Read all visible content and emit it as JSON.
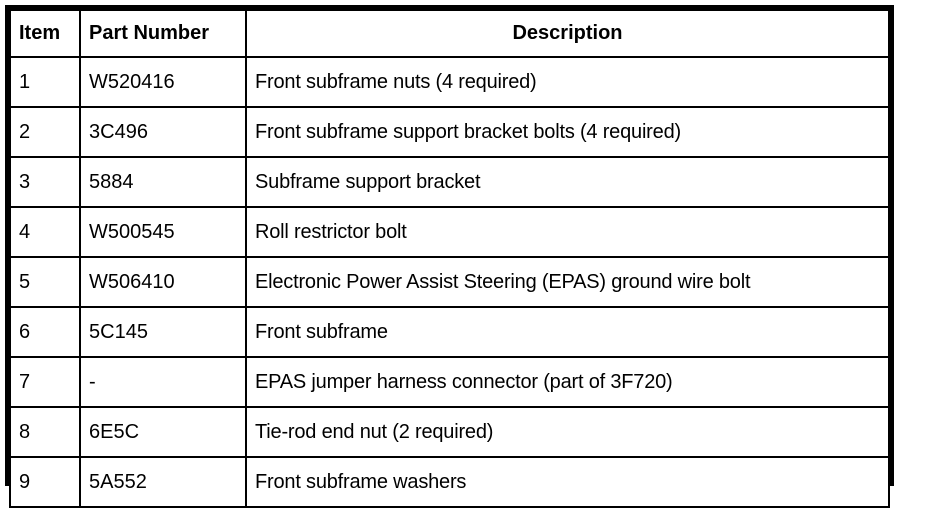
{
  "table": {
    "columns": [
      {
        "key": "item",
        "label": "Item"
      },
      {
        "key": "part_number",
        "label": "Part Number"
      },
      {
        "key": "description",
        "label": "Description"
      }
    ],
    "rows": [
      {
        "item": "1",
        "part_number": "W520416",
        "description": "Front subframe nuts (4 required)"
      },
      {
        "item": "2",
        "part_number": "3C496",
        "description": "Front subframe support bracket bolts (4 required)"
      },
      {
        "item": "3",
        "part_number": "5884",
        "description": "Subframe support bracket"
      },
      {
        "item": "4",
        "part_number": "W500545",
        "description": "Roll restrictor bolt"
      },
      {
        "item": "5",
        "part_number": "W506410",
        "description": "Electronic Power Assist Steering (EPAS) ground wire bolt"
      },
      {
        "item": "6",
        "part_number": "5C145",
        "description": "Front subframe"
      },
      {
        "item": "7",
        "part_number": "-",
        "description": "EPAS jumper harness connector (part of 3F720)"
      },
      {
        "item": "8",
        "part_number": "6E5C",
        "description": "Tie-rod end nut (2 required)"
      },
      {
        "item": "9",
        "part_number": "5A552",
        "description": "Front subframe washers"
      }
    ]
  },
  "colors": {
    "background": "#ffffff",
    "border": "#000000",
    "text": "#000000"
  }
}
